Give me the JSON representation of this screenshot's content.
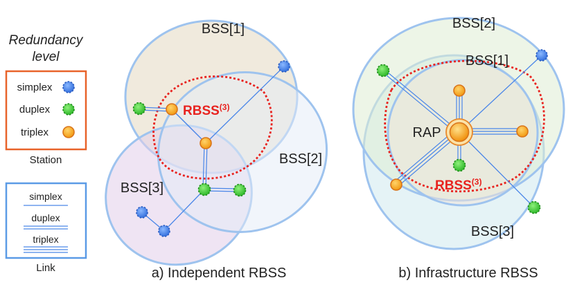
{
  "legend": {
    "title_line1": "Redundancy",
    "title_line2": "level",
    "stations": [
      {
        "label": "simplex",
        "color": "#3d7fe6"
      },
      {
        "label": "duplex",
        "color": "#39c22e"
      },
      {
        "label": "triplex",
        "color": "#f5a21c"
      }
    ],
    "station_caption": "Station",
    "links": [
      "simplex",
      "duplex",
      "triplex"
    ],
    "link_caption": "Link"
  },
  "diagram_a": {
    "bss": [
      "BSS[1]",
      "BSS[2]",
      "BSS[3]"
    ],
    "rbss_base": "RBSS",
    "rbss_sup": "(3)",
    "caption": "a) Independent RBSS"
  },
  "diagram_b": {
    "bss": [
      "BSS[2]",
      "BSS[1]",
      "BSS[3]"
    ],
    "rap": "RAP",
    "rbss_base": "RBSS",
    "rbss_sup": "(3)",
    "caption": "b) Infrastructure RBSS"
  },
  "colors": {
    "legend_station_border": "#e8632a",
    "legend_link_border": "#5b9be6",
    "link_line": "#4a86e8",
    "rbss_red": "#e8231f"
  }
}
